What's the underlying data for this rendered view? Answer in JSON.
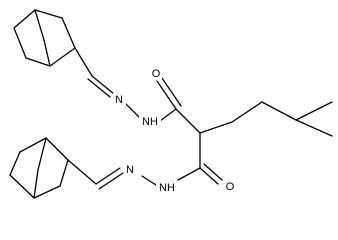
{
  "structure": {
    "atoms": {
      "o_upper": "O",
      "o_lower": "O",
      "n_upper_imine": "N",
      "nh_upper": "NH",
      "n_lower_imine": "N",
      "nh_lower": "NH"
    },
    "bond_color": "#000000",
    "background": "#ffffff"
  }
}
